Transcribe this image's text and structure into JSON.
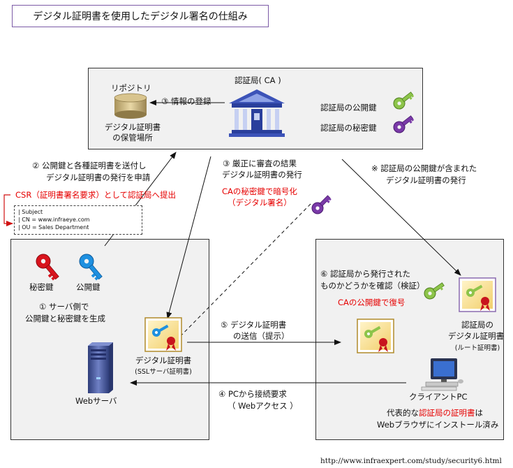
{
  "title": "デジタル証明書を使用したデジタル署名の仕組み",
  "ca": {
    "label": "認証局( CA )",
    "public_key_label": "認証局の公開鍵",
    "private_key_label": "認証局の秘密鍵"
  },
  "repository": {
    "label": "リポジトリ",
    "desc_line1": "デジタル証明書",
    "desc_line2": "の保管場所"
  },
  "steps": {
    "step3_register": "③  情報の登録",
    "step2_line1": "②  公開鍵と各種証明書を送付し",
    "step2_line2": "デジタル証明書の発行を申請",
    "step3_line1": "③  厳正に審査の結果",
    "step3_line2": "デジタル証明書の発行",
    "step3_red_line1": "CAの秘密鍵で暗号化",
    "step3_red_line2": "（デジタル署名）",
    "note_line1": "※  認証局の公開鍵が含まれた",
    "note_line2": "デジタル証明書の発行",
    "step5_line1": "⑤  デジタル証明書",
    "step5_line2": "の送信（提示）",
    "step4_line1": "④  PCから接続要求",
    "step4_line2": "（ Webアクセス ）"
  },
  "csr": {
    "label": "CSR（証明書署名要求）として認証局へ提出",
    "line1": "| Subject",
    "line2": "| CN = www.infraeye.com",
    "line3": "| OU = Sales Department"
  },
  "server_panel": {
    "private_key": "秘密鍵",
    "public_key": "公開鍵",
    "step1_line1": "①  サーバ側で",
    "step1_line2": "公開鍵と秘密鍵を生成",
    "cert_label": "デジタル証明書",
    "cert_sub": "(SSLサーバ証明書)",
    "server_label": "Webサーバ"
  },
  "client_panel": {
    "step6_line1": "⑥  認証局から発行された",
    "step6_line2": "ものかどうかを確認（検証）",
    "step6_red": "CAの公開鍵で復号",
    "root_line1": "認証局の",
    "root_line2": "デジタル証明書",
    "root_line3": "(ルート証明書)",
    "client_label": "クライアントPC",
    "bottom_prefix": "代表的な",
    "bottom_red": "認証局の証明書",
    "bottom_suffix": "は",
    "bottom_line2": "Webブラウザにインストール済み"
  },
  "footer_url": "http://www.infraexpert.com/study/security6.html",
  "colors": {
    "green_key": "#8dc44a",
    "purple_key": "#7a3aa8",
    "red_key": "#d8141d",
    "blue_key": "#1e90e0",
    "highlight_red": "#e60000",
    "panel_bg": "#f1f1f1",
    "building": "#3c53b8",
    "server": "#4a5a9c"
  }
}
